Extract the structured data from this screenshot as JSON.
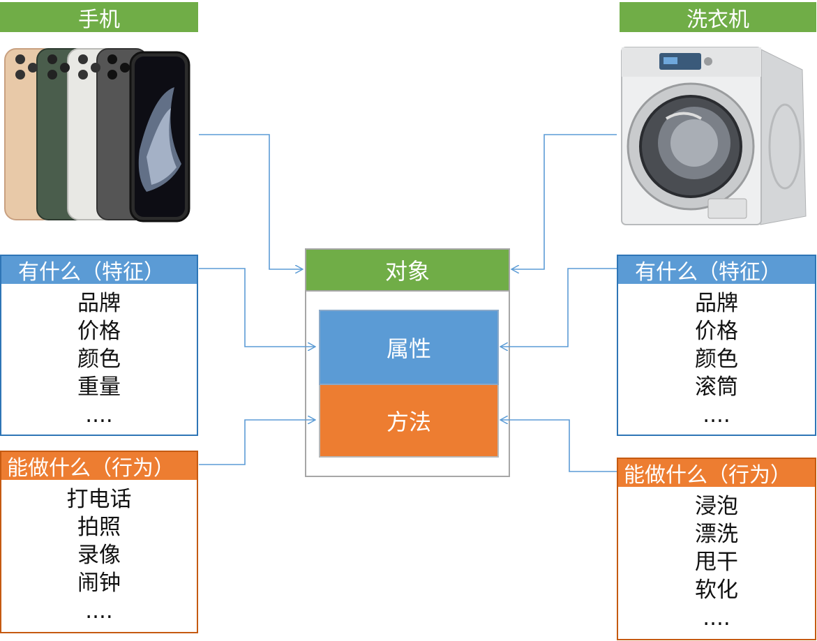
{
  "phone": {
    "title": "手机",
    "features": {
      "header": "有什么（特征）",
      "items": [
        "品牌",
        "价格",
        "颜色",
        "重量",
        "...."
      ]
    },
    "behaviors": {
      "header": "能做什么（行为）",
      "items": [
        "打电话",
        "拍照",
        "录像",
        "闹钟",
        "...."
      ]
    }
  },
  "washer": {
    "title": "洗衣机",
    "features": {
      "header": "有什么（特征）",
      "items": [
        "品牌",
        "价格",
        "颜色",
        "滚筒",
        "...."
      ]
    },
    "behaviors": {
      "header": "能做什么（行为）",
      "items": [
        "浸泡",
        "漂洗",
        "甩干",
        "软化",
        "...."
      ]
    }
  },
  "object": {
    "title": "对象",
    "attributes": "属性",
    "methods": "方法"
  },
  "colors": {
    "green": "#70ad47",
    "blue": "#5b9bd5",
    "orange": "#ed7d31",
    "connector": "#5b9bd5"
  }
}
